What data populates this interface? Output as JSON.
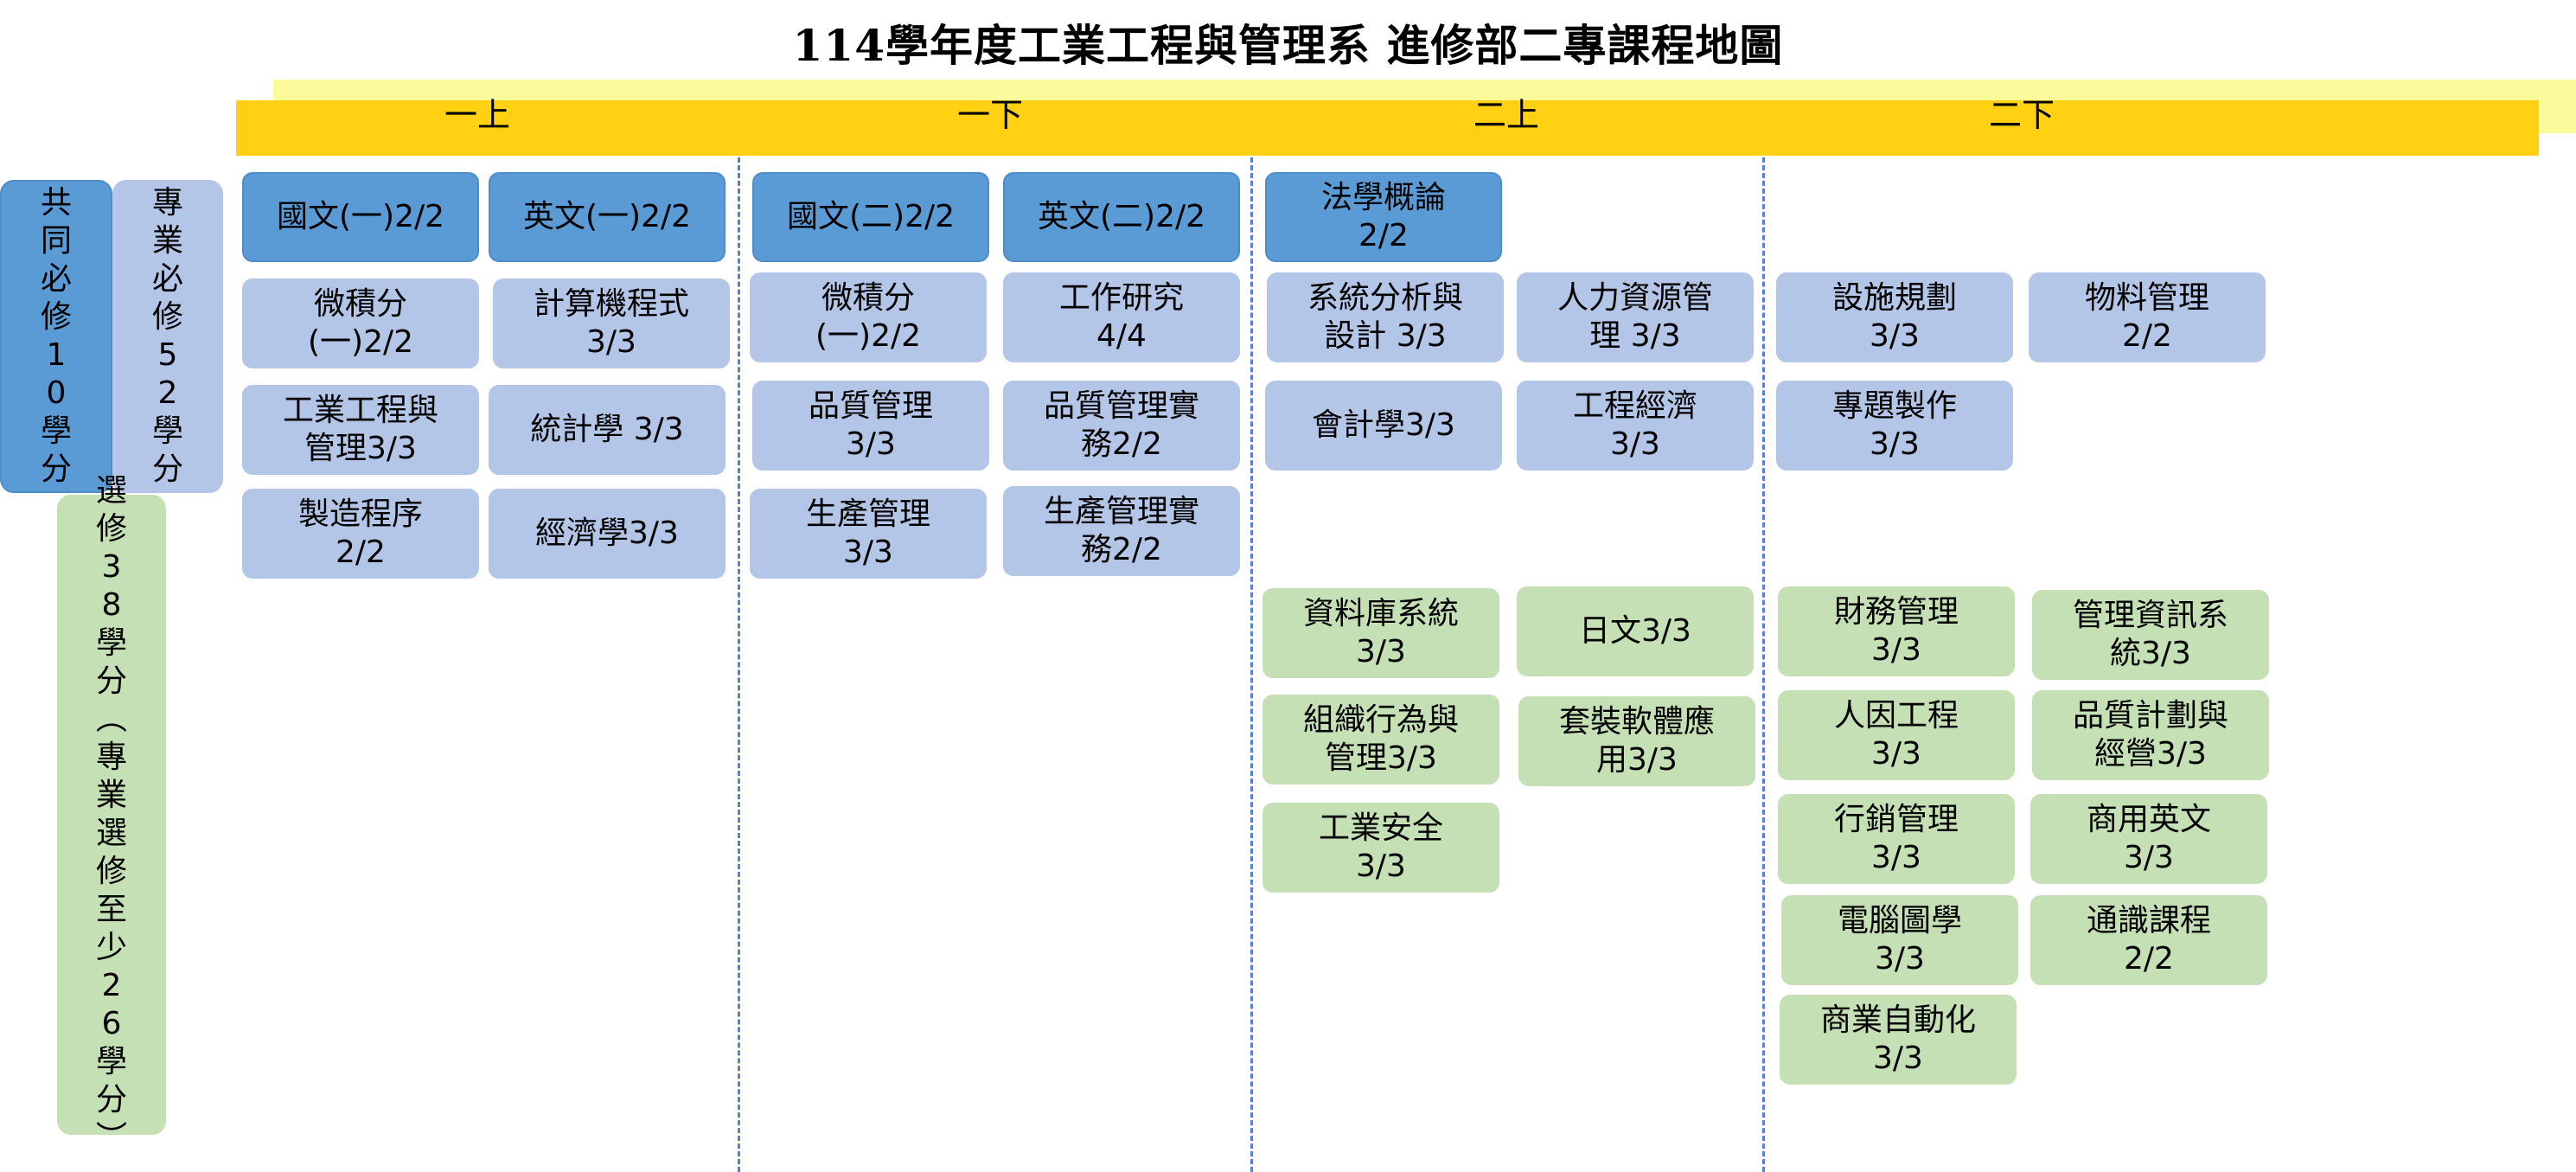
{
  "title": "114學年度工業工程與管理系 進修部二專課程地圖",
  "semesters": [
    "一上",
    "一下",
    "二上",
    "二下"
  ],
  "categories": {
    "common_required": "共\n同\n必\n修\n10\n學\n分",
    "professional_required": "專\n業\n必\n修\n52\n學\n分",
    "elective": "選\n修\n38\n學\n分\n︵\n專\n業\n選\n修\n至\n少\n26\n學\n分\n︶"
  },
  "colors": {
    "common_required": "#5b9bd5",
    "professional_required": "#b4c6e7",
    "elective": "#c5e0b4",
    "band_light": "#fbfb9c",
    "band_dark": "#ffd112",
    "divider": "#5b7fc8"
  },
  "courses": {
    "c1": "國文(一)2/2",
    "c2": "英文(一)2/2",
    "c3": "微積分\n(一)2/2",
    "c4": "計算機程式\n3/3",
    "c5": "工業工程與\n管理3/3",
    "c6": "統計學 3/3",
    "c7": "製造程序\n2/2",
    "c8": "經濟學3/3",
    "c9": "國文(二)2/2",
    "c10": "英文(二)2/2",
    "c11": "微積分\n(一)2/2",
    "c12": "工作研究\n4/4",
    "c13": "品質管理\n3/3",
    "c14": "品質管理實\n務2/2",
    "c15": "生產管理\n3/3",
    "c16": "生產管理實\n務2/2",
    "c17": "法學概論\n2/2",
    "c18": "系統分析與\n設計 3/3",
    "c19": "人力資源管\n理 3/3",
    "c20": "會計學3/3",
    "c21": "工程經濟\n3/3",
    "c22": "資料庫系統\n3/3",
    "c23": "日文3/3",
    "c24": "組織行為與\n管理3/3",
    "c25": "套裝軟體應\n用3/3",
    "c26": "工業安全\n3/3",
    "c27": "設施規劃\n3/3",
    "c28": "物料管理\n2/2",
    "c29": "專題製作\n3/3",
    "c30": "財務管理\n3/3",
    "c31": "管理資訊系\n統3/3",
    "c32": "人因工程\n3/3",
    "c33": "品質計劃與\n經營3/3",
    "c34": "行銷管理\n3/3",
    "c35": "商用英文\n3/3",
    "c36": "電腦圖學\n3/3",
    "c37": "通識課程\n2/2",
    "c38": "商業自動化\n3/3"
  }
}
